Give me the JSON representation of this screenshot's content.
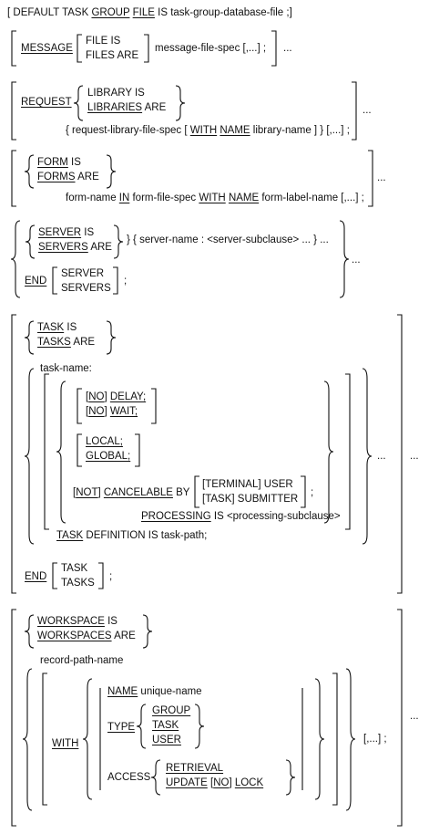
{
  "header": {
    "lead": "[ DEFAULT TASK ",
    "group": "GROUP",
    "file": "FILE",
    "rest": " IS task-group-database-file ;]"
  },
  "message": {
    "kw": "MESSAGE",
    "fileis": "FILE IS",
    "filesare": "FILES ARE",
    "spec": "message-file-spec [,...] ;",
    "dots": "..."
  },
  "request": {
    "kw": "REQUEST",
    "libis": "LIBRARY IS",
    "libkw": "LIBRARIES",
    "are": " ARE",
    "l2a": "{ request-library-file-spec [ ",
    "with": "WITH",
    "name": "NAME",
    "l2b": " library-name ] } [,...] ;",
    "dots": "..."
  },
  "form": {
    "formkw": "FORM",
    "is": " IS",
    "formskw": "FORMS",
    "are": " ARE",
    "l2a": "form-name ",
    "in": "IN",
    "l2b": " form-file-spec ",
    "with": "WITH",
    "name": "NAME",
    "l2c": " form-label-name [,...] ;",
    "dots": "..."
  },
  "server": {
    "skw": "SERVER",
    "is": " IS",
    "sskw": "SERVERS",
    "are": " ARE",
    "rest": "} { server-name : <server-subclause> ... } ...",
    "end": "END",
    "opt1": "SERVER",
    "opt2": "SERVERS",
    "semi": ";",
    "dots": "..."
  },
  "task": {
    "tkw": "TASK",
    "is": " IS",
    "tskw": "TASKS",
    "are": " ARE",
    "taskname": "task-name:",
    "no": "NO",
    "delay": "DELAY;",
    "wait": "WAIT;",
    "local": "LOCAL;",
    "global": "GLOBAL;",
    "not": "NOT",
    "cancelable": "CANCELABLE",
    "by": " BY",
    "terminal": "[TERMINAL] USER",
    "tasksub": "[TASK] SUBMITTER",
    "semi": ";",
    "processing": "PROCESSING",
    "procrest": " IS <processing-subclause>",
    "taskdef": "TASK",
    "defrest": " DEFINITION IS task-path;",
    "end": "END",
    "opt1": "TASK",
    "opt2": "TASKS",
    "dots1": "...",
    "dots2": "..."
  },
  "workspace": {
    "wkw": "WORKSPACE",
    "is": " IS",
    "wskw": "WORKSPACES",
    "are": " ARE",
    "rpn": "record-path-name",
    "with": "WITH",
    "name": "NAME",
    "uname": " unique-name",
    "type": "TYPE",
    "group": "GROUP",
    "task": "TASK",
    "user": "USER",
    "access": "ACCESS",
    "retrieval": "RETRIEVAL",
    "update": "UPDATE",
    "no": "NO",
    "lock": "LOCK",
    "repeat": "[,...] ;",
    "dots": "..."
  }
}
